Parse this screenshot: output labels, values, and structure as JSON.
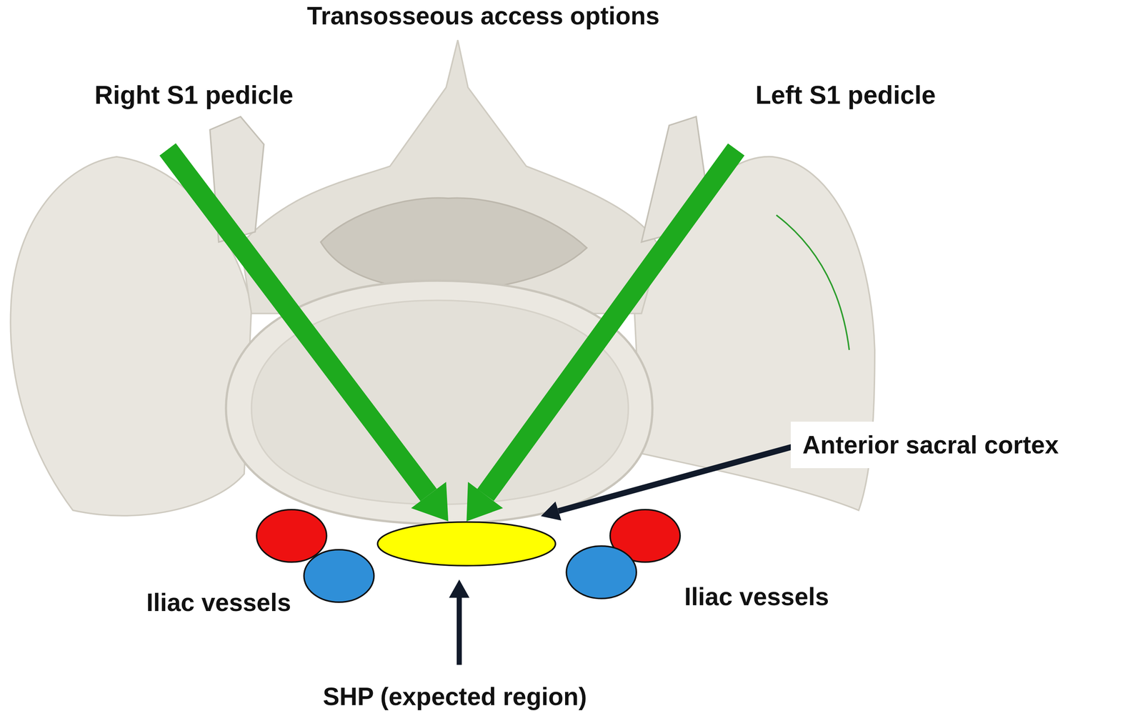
{
  "diagram": {
    "title": "Transosseous access options",
    "nodes": [
      {
        "text": [
          "Anterior sacral cortex"
        ]
      }
    ],
    "labels": [
      "Right S1 pedicle",
      "Left S1 pedicle",
      "Iliac vessels",
      "Iliac vessels",
      "SHP (expected region)"
    ]
  }
}
